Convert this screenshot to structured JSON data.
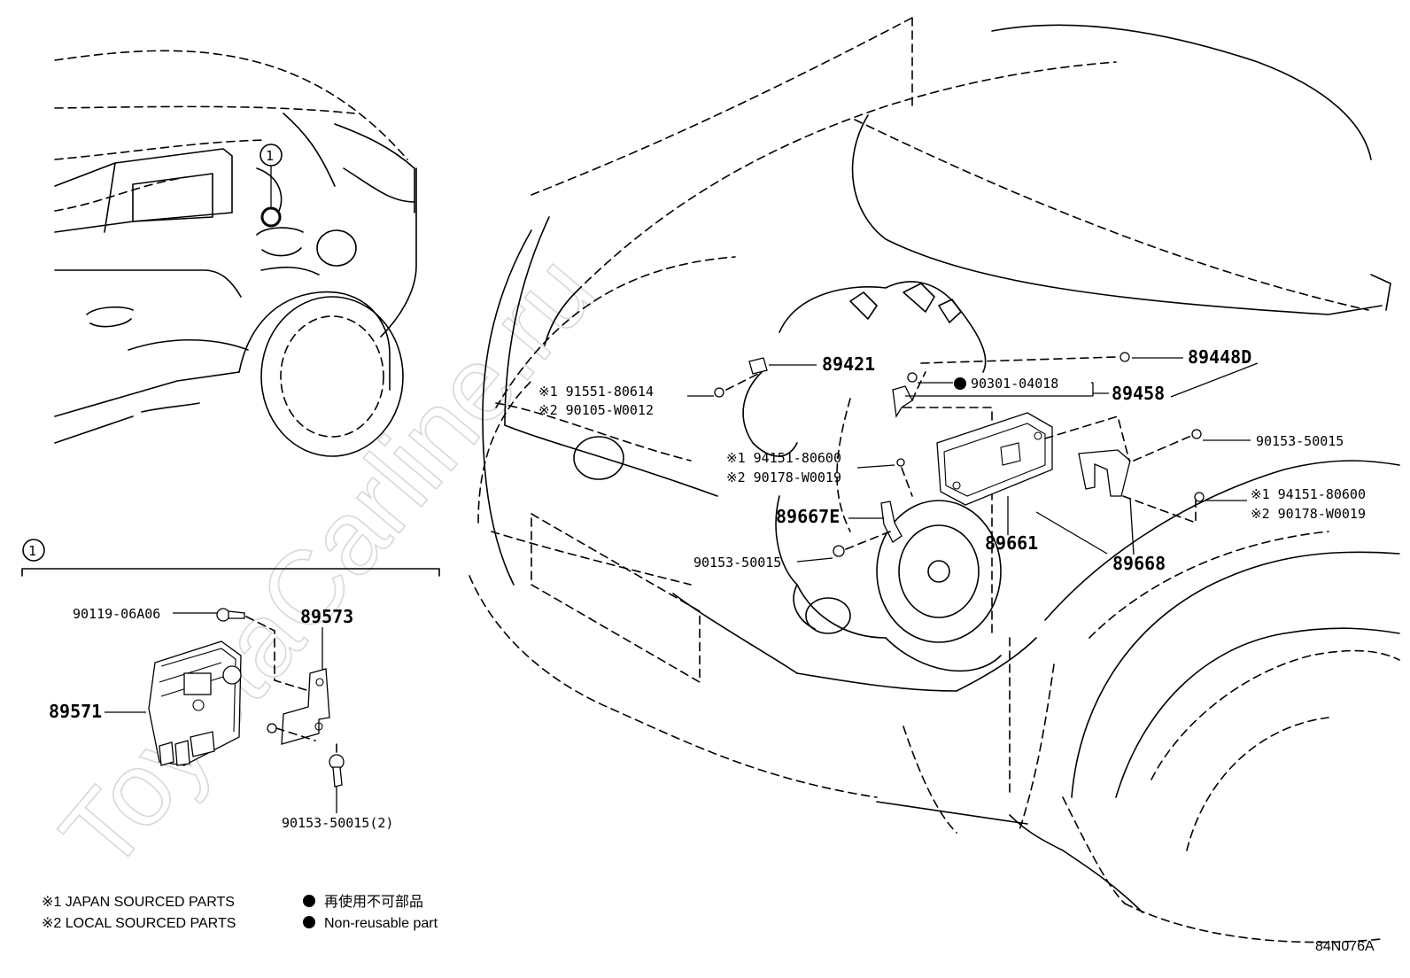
{
  "watermark": "ToyotaCarline.ru",
  "inset_marker": "1",
  "callout_marker": "1",
  "parts": {
    "p89421": "89421",
    "p89448D": "89448D",
    "p90301": "90301-04018",
    "p89458": "89458",
    "p91551_j": "※1 91551-80614",
    "p90105_l": "※2 90105-W0012",
    "p94151_j_a": "※1 94151-80600",
    "p90178_l_a": "※2 90178-W0019",
    "p89667E": "89667E",
    "p89661": "89661",
    "p89668": "89668",
    "p90153_a": "90153-50015",
    "p90153_b": "90153-50015",
    "p94151_j_b": "※1 94151-80600",
    "p90178_l_b": "※2 90178-W0019",
    "p90119": "90119-06A06",
    "p89573": "89573",
    "p89571": "89571",
    "p90153_c": "90153-50015(2)"
  },
  "legend": {
    "note1": "※1 JAPAN SOURCED PARTS",
    "note2": "※2 LOCAL SOURCED PARTS",
    "nonreuse_jp": "再使用不可部品",
    "nonreuse_en": "Non-reusable part"
  },
  "figure_code": "84N076A"
}
